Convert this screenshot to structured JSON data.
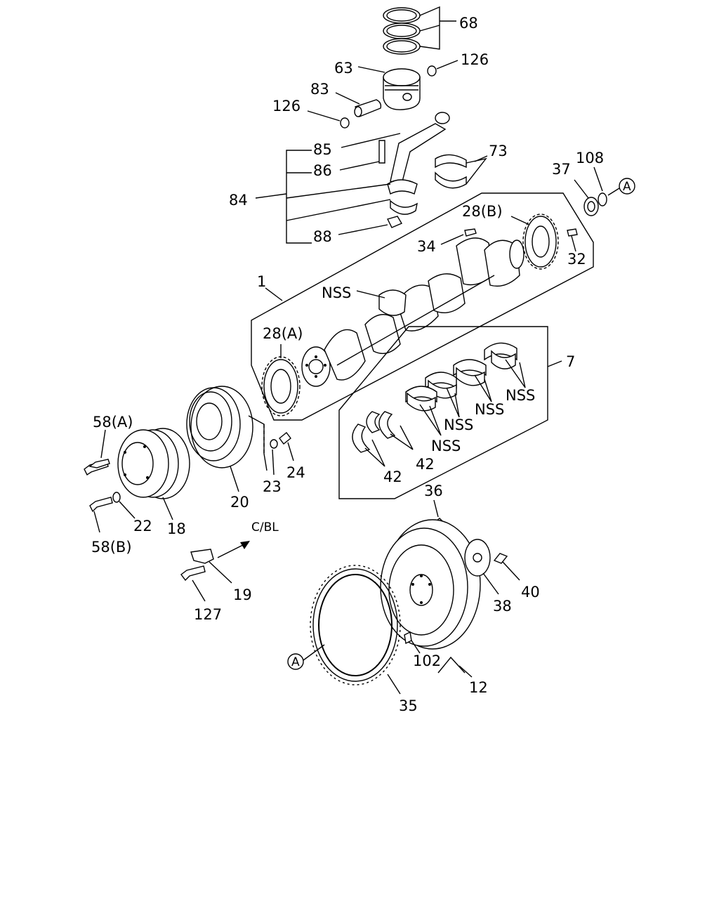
{
  "labels": {
    "l68": "68",
    "l126a": "126",
    "l63": "63",
    "l83": "83",
    "l126b": "126",
    "l85": "85",
    "l86": "86",
    "l73": "73",
    "l84": "84",
    "l88": "88",
    "l37": "37",
    "l108": "108",
    "l28b": "28(B)",
    "l34": "34",
    "l32": "32",
    "l1": "1",
    "nss_crank": "NSS",
    "l28a": "28(A)",
    "l7": "7",
    "nss1": "NSS",
    "nss2": "NSS",
    "nss3": "NSS",
    "nss4": "NSS",
    "l42a": "42",
    "l42b": "42",
    "l58a": "58(A)",
    "l22": "22",
    "l18": "18",
    "l58b": "58(B)",
    "l20": "20",
    "l23": "23",
    "l24": "24",
    "l36": "36",
    "cbl": "C/BL",
    "l19": "19",
    "l127": "127",
    "l38": "38",
    "l40": "40",
    "l102": "102",
    "l12": "12",
    "l35": "35",
    "ref_a_top": "A",
    "ref_a_bottom": "A"
  }
}
